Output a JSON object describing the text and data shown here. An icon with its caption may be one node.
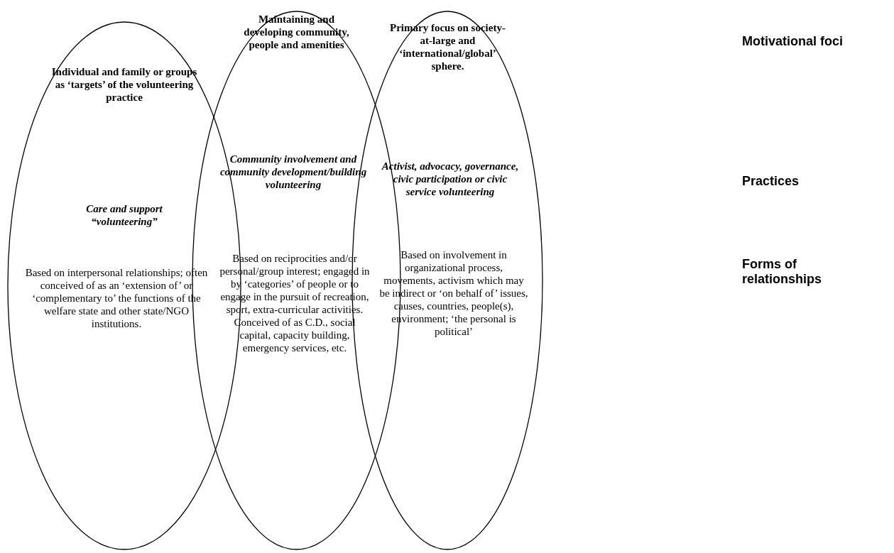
{
  "diagram": {
    "nodes": [
      {
        "text": [
          "Individual and family or groups as ‘targets’ of the volunteering practice",
          "Care and support “volunteering”",
          "Based on interpersonal relationships; often conceived of as an ‘extension of’ or ‘complementary to’ the functions of the welfare state and other state/NGO institutions."
        ]
      },
      {
        "text": [
          "Maintaining and developing community, people and amenities",
          "Community involvement and community development/building volunteering",
          "Based on reciprocities and/or personal/group interest; engaged in by ‘categories’ of people or to engage in the pursuit of recreation, sport, extra-curricular activities. Conceived of as C.D., social capital, capacity building, emergency services, etc."
        ]
      },
      {
        "text": [
          "**Primary focus on society-at-large and ‘international/global’ sphere**.",
          "Activist, advocacy, governance, civic participation or civic service volunteering",
          "Based on involvement in organizational process, movements, activism which may be indirect or ‘on behalf of’ issues, causes, countries, people(s), environment; ‘the personal is political’"
        ]
      }
    ],
    "labels": [
      "Motivational foci",
      "Practices",
      "Forms of relationships"
    ]
  }
}
